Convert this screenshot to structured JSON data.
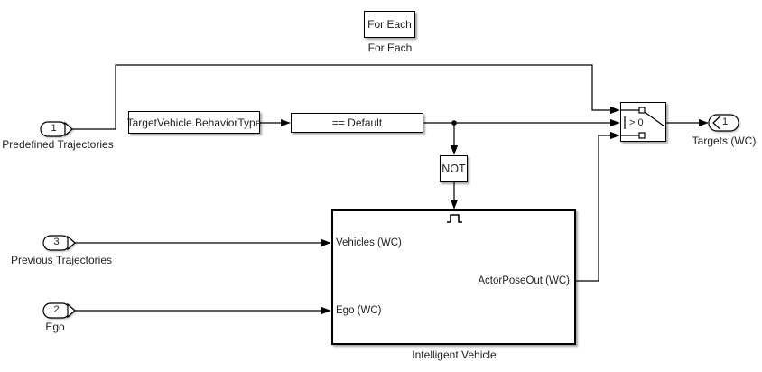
{
  "diagram": {
    "for_each": {
      "text": "For Each",
      "caption": "For Each"
    },
    "constant_block": {
      "text": "TargetVehicle.BehaviorType"
    },
    "compare_block": {
      "text": "== Default"
    },
    "not_block": {
      "text": "NOT"
    },
    "switch_block": {
      "criteria": "> 0"
    },
    "subsystem": {
      "caption": "Intelligent Vehicle",
      "in_port1": "Vehicles (WC)",
      "in_port2": "Ego (WC)",
      "out_port1": "ActorPoseOut (WC)"
    },
    "inport1": {
      "number": "1",
      "caption": "Predefined Trajectories"
    },
    "inport3": {
      "number": "3",
      "caption": "Previous Trajectories"
    },
    "inport2": {
      "number": "2",
      "caption": "Ego"
    },
    "outport1": {
      "number": "1",
      "caption": "Targets (WC)"
    }
  },
  "colors": {
    "wire": "#000000",
    "block_border": "#000000",
    "block_fill": "#ffffff",
    "text": "#1f1f1f",
    "canvas": "#ffffff"
  }
}
